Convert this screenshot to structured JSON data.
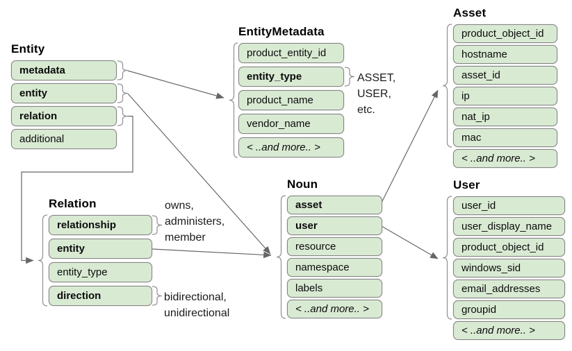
{
  "groups": {
    "entity": {
      "title": "Entity",
      "fields": [
        {
          "label": "metadata"
        },
        {
          "label": "entity"
        },
        {
          "label": "relation"
        },
        {
          "label": "additional"
        }
      ]
    },
    "entity_metadata": {
      "title": "EntityMetadata",
      "fields": [
        {
          "label": "product_entity_id"
        },
        {
          "label": "entity_type"
        },
        {
          "label": "product_name"
        },
        {
          "label": "vendor_name"
        },
        {
          "label": "< ..and more.. >"
        }
      ]
    },
    "asset": {
      "title": "Asset",
      "fields": [
        {
          "label": "product_object_id"
        },
        {
          "label": "hostname"
        },
        {
          "label": "asset_id"
        },
        {
          "label": "ip"
        },
        {
          "label": "nat_ip"
        },
        {
          "label": "mac"
        },
        {
          "label": "< ..and more.. >"
        }
      ]
    },
    "noun": {
      "title": "Noun",
      "fields": [
        {
          "label": "asset"
        },
        {
          "label": "user"
        },
        {
          "label": "resource"
        },
        {
          "label": "namespace"
        },
        {
          "label": "labels"
        },
        {
          "label": "< ..and more.. >"
        }
      ]
    },
    "user": {
      "title": "User",
      "fields": [
        {
          "label": "user_id"
        },
        {
          "label": "user_display_name"
        },
        {
          "label": "product_object_id"
        },
        {
          "label": "windows_sid"
        },
        {
          "label": "email_addresses"
        },
        {
          "label": "groupid"
        },
        {
          "label": "< ..and more.. >"
        }
      ]
    },
    "relation": {
      "title": "Relation",
      "fields": [
        {
          "label": "relationship"
        },
        {
          "label": "entity"
        },
        {
          "label": "entity_type"
        },
        {
          "label": "direction"
        }
      ]
    }
  },
  "annotations": {
    "entity_type_values": {
      "lines": [
        "ASSET,",
        "USER,",
        "etc."
      ]
    },
    "relationship_values": {
      "lines": [
        "owns,",
        "administers,",
        "member"
      ]
    },
    "direction_values": {
      "lines": [
        "bidirectional,",
        "unidirectional"
      ]
    }
  },
  "colors": {
    "field_fill": "#d9ead3",
    "field_border": "#848484",
    "connector": "#666666",
    "brace": "#8f8f8f",
    "text": "#000000"
  }
}
